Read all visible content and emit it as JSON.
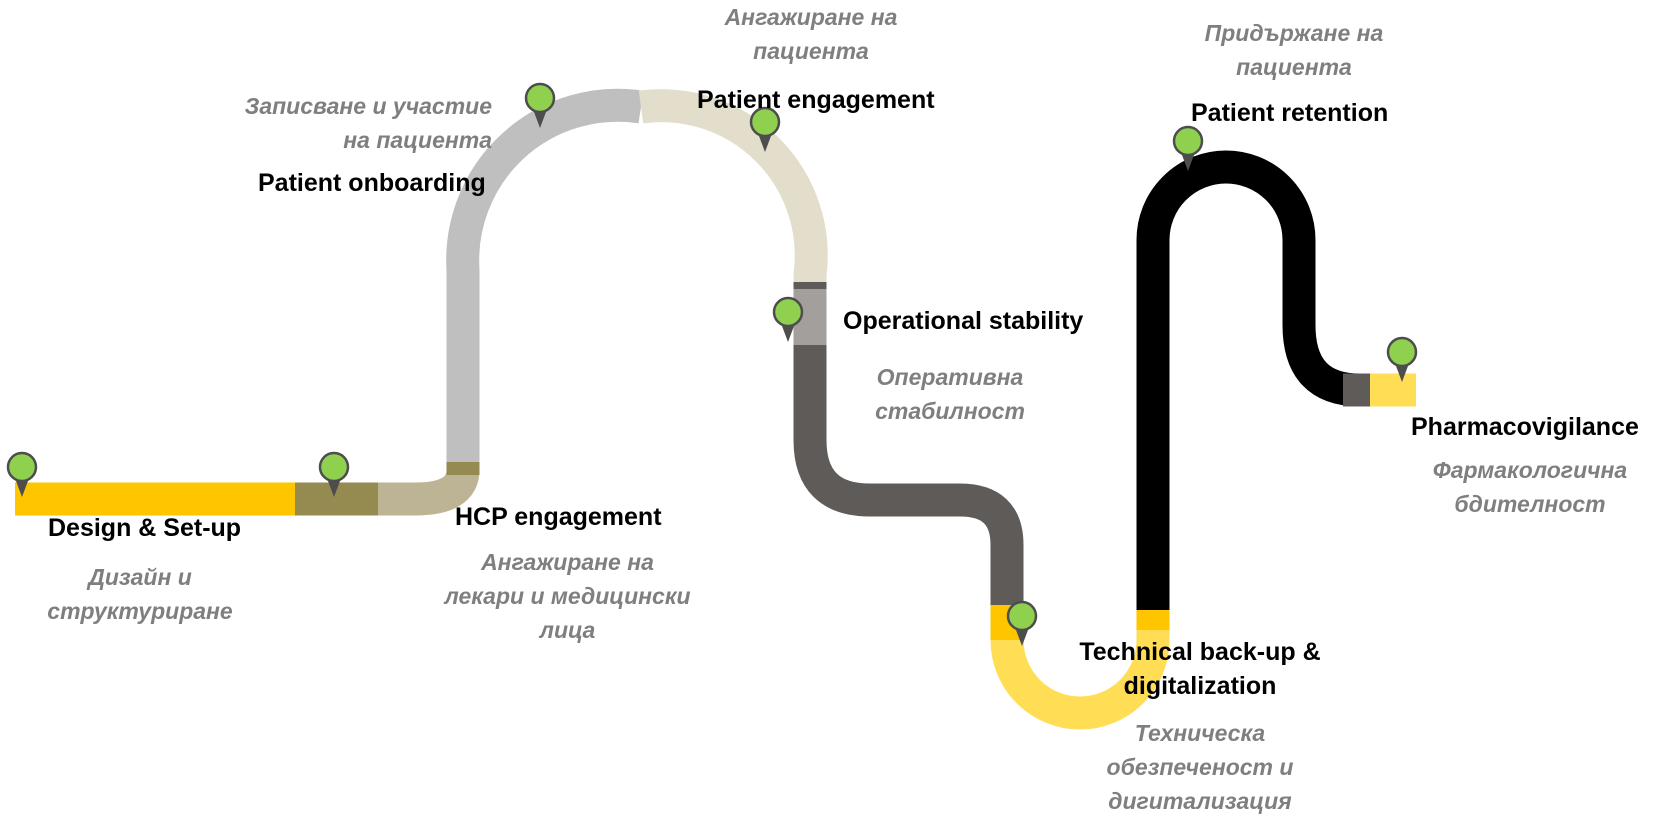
{
  "colors": {
    "yellow": "#FFC600",
    "yellow_light": "#FFDD55",
    "olive": "#958B50",
    "olive_light": "#BCB495",
    "gray_light": "#BFBFBF",
    "beige": "#E2DECB",
    "gray_mid": "#A29F9D",
    "gray_dark": "#5F5B59",
    "black": "#000000",
    "pin_fill": "#8FD14F",
    "pin_stroke": "#4D4D4D",
    "subtitle": "#7F7F7F"
  },
  "stages": [
    {
      "id": "design",
      "label": "Design & Set-up",
      "subtitle": [
        "Дизайн и",
        "структуриране"
      ]
    },
    {
      "id": "hcp",
      "label": "HCP engagement",
      "subtitle": [
        "Ангажиране на",
        "лекари и медицински",
        "лица"
      ]
    },
    {
      "id": "onboarding",
      "label": "Patient onboarding",
      "subtitle": [
        "Записване и участие",
        "на пациента"
      ]
    },
    {
      "id": "engagement",
      "label": "Patient engagement",
      "subtitle": [
        "Ангажиране на",
        "пациента"
      ]
    },
    {
      "id": "stability",
      "label": "Operational stability",
      "subtitle": [
        "Оперативна",
        "стабилност"
      ]
    },
    {
      "id": "technical",
      "label": [
        "Technical back-up &",
        "digitalization"
      ],
      "subtitle": [
        "Техническа",
        "обезпеченост и",
        "дигитализация"
      ]
    },
    {
      "id": "retention",
      "label": "Patient retention",
      "subtitle": [
        "Придържане на",
        "пациента"
      ]
    },
    {
      "id": "pharmacovigilance",
      "label": "Pharmacovigilance",
      "subtitle": [
        "Фармакологична",
        "бдителност"
      ]
    }
  ],
  "pins": [
    {
      "name": "start-pin-icon"
    },
    {
      "name": "hcp-pin-icon"
    },
    {
      "name": "onboarding-pin-icon"
    },
    {
      "name": "engagement-pin-icon"
    },
    {
      "name": "stability-pin-icon"
    },
    {
      "name": "technical-pin-icon"
    },
    {
      "name": "retention-pin-icon"
    },
    {
      "name": "pharmacovigilance-pin-icon"
    }
  ]
}
